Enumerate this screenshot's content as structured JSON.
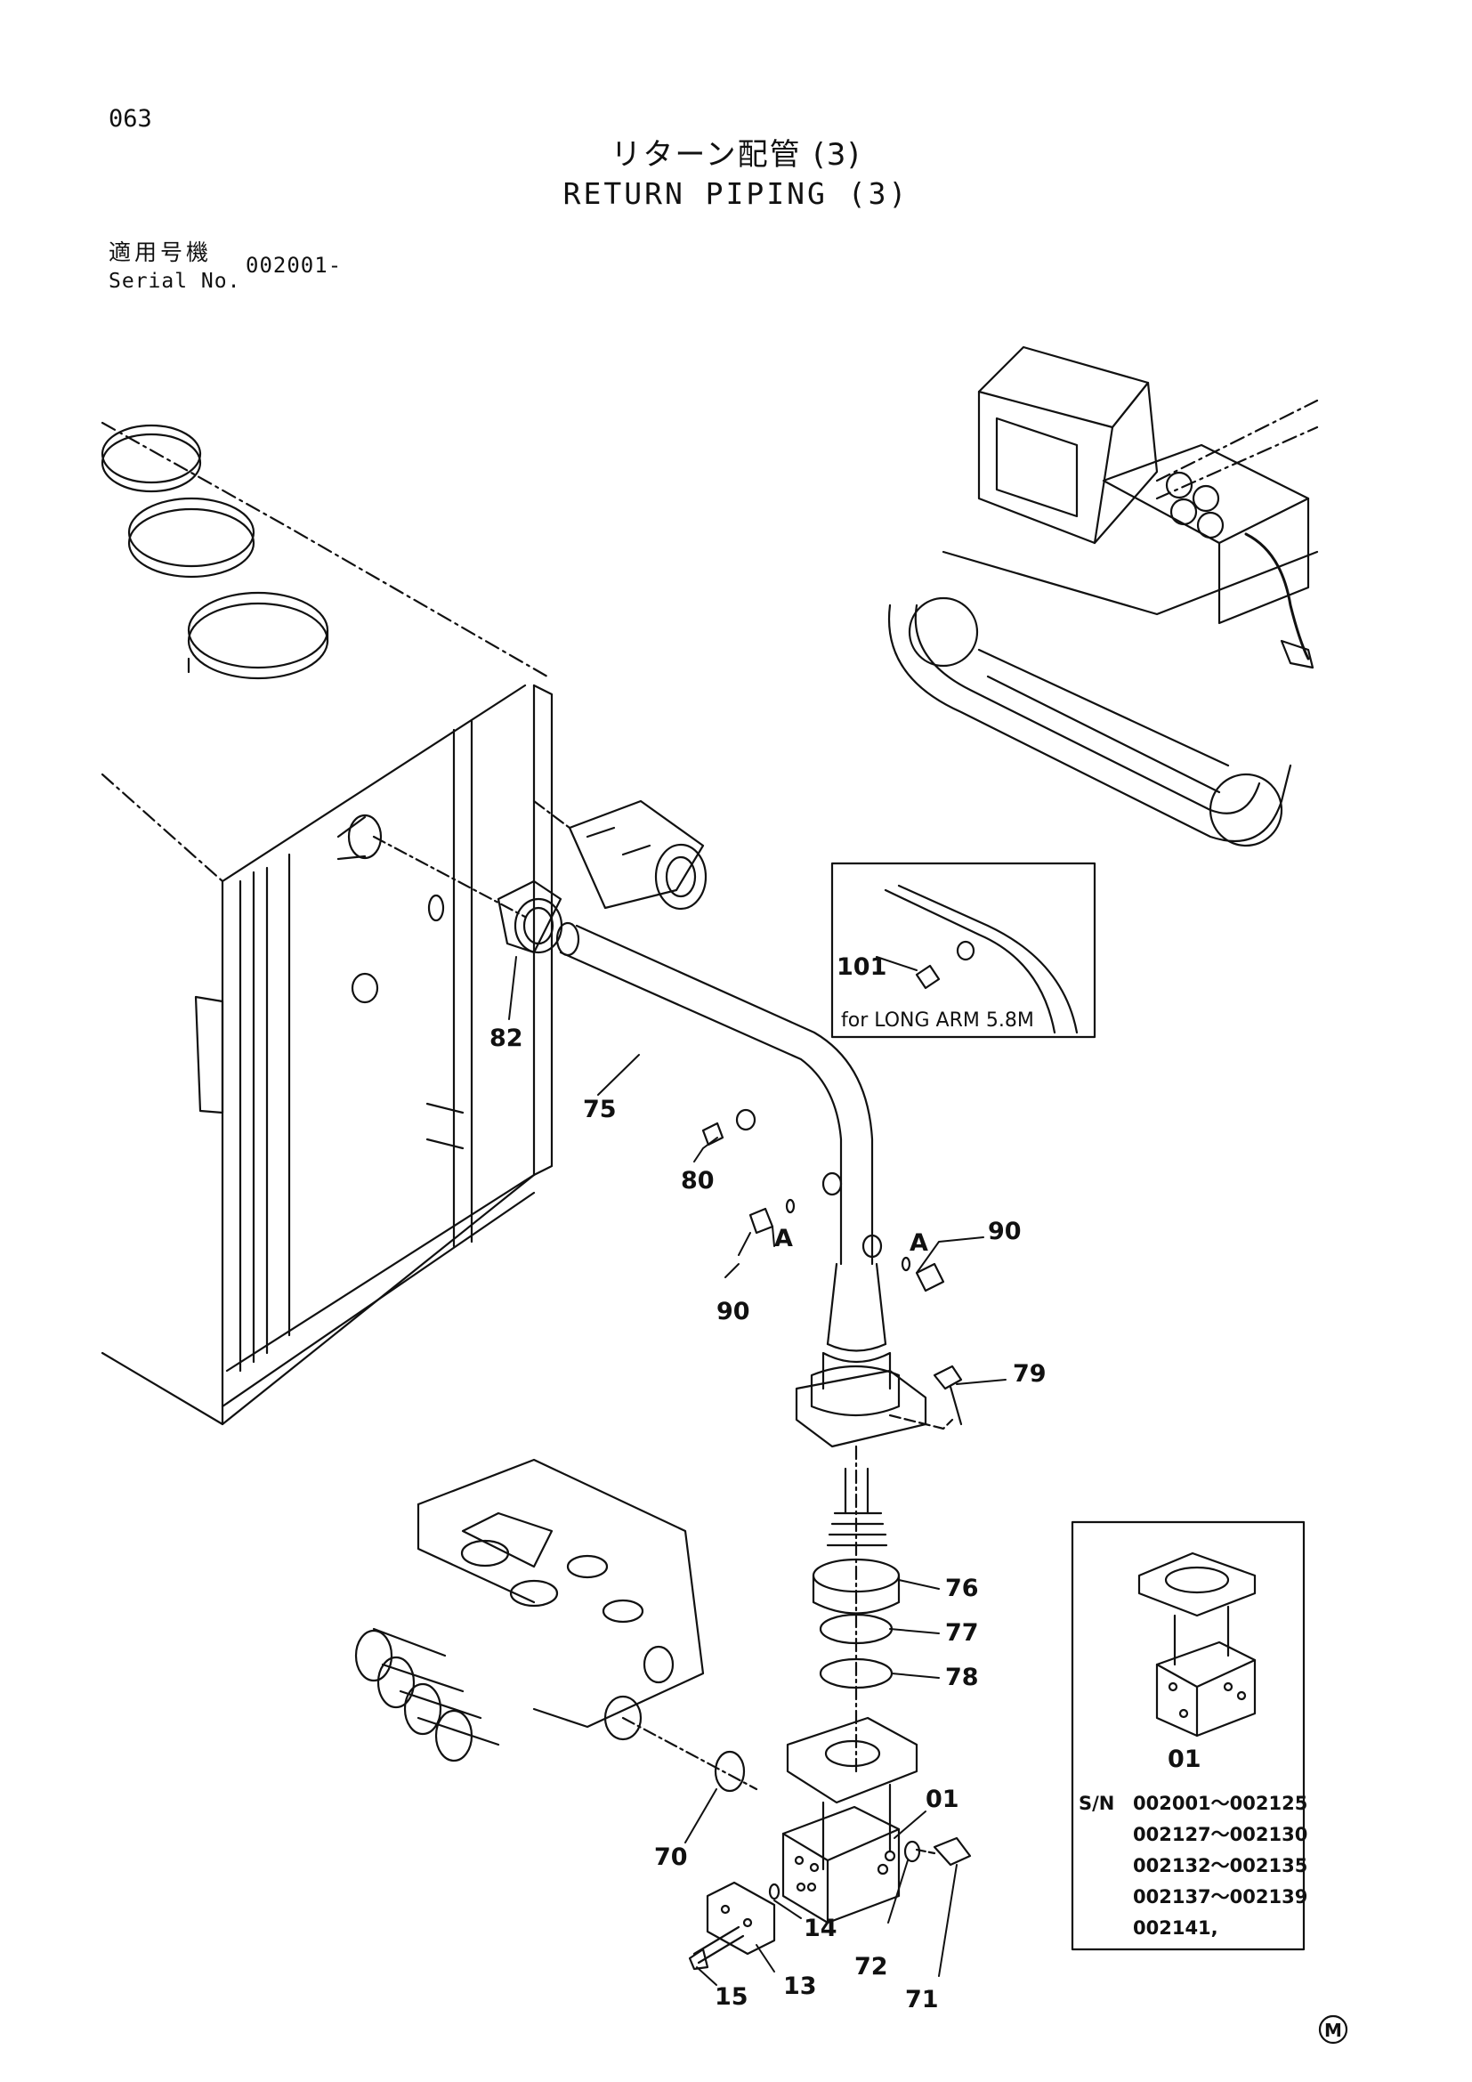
{
  "header": {
    "page_number": "063",
    "title_jp": "リターン配管 (3)",
    "title_en": "RETURN PIPING (3)",
    "serial_label_jp": "適用号機",
    "serial_label_en": "Serial No.",
    "serial_value": "002001-"
  },
  "callouts": {
    "p82": "82",
    "p75": "75",
    "p80": "80",
    "p90a": "90",
    "p90b": "90",
    "pA1": "A",
    "pA2": "A",
    "p79": "79",
    "p76": "76",
    "p77": "77",
    "p78": "78",
    "p01": "01",
    "p70": "70",
    "p14": "14",
    "p13": "13",
    "p15": "15",
    "p72": "72",
    "p71": "71"
  },
  "inset_long_arm": {
    "part": "101",
    "caption": "for LONG ARM 5.8M"
  },
  "inset_serial": {
    "part": "01",
    "sn_label": "S/N",
    "ranges": [
      "002001～002125",
      "002127～002130",
      "002132～002135",
      "002137～002139",
      "002141,"
    ]
  },
  "footer_mark": "M"
}
